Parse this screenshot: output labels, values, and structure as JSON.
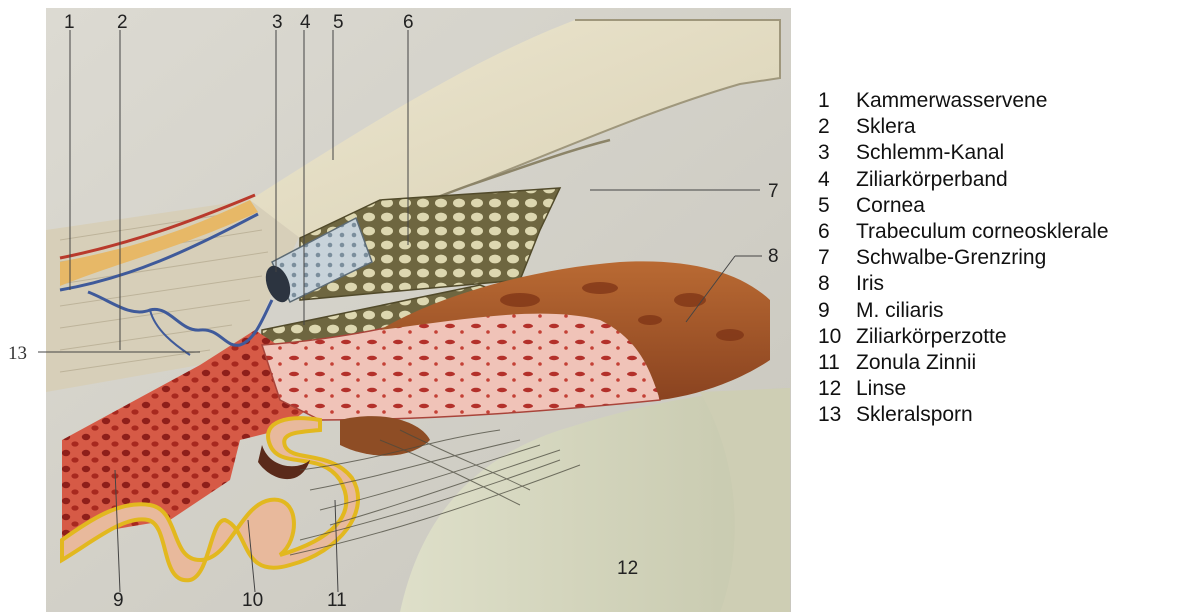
{
  "figure": {
    "number_labels": {
      "top": [
        "1",
        "2",
        "3",
        "4",
        "5",
        "6"
      ],
      "right": [
        "7",
        "8"
      ],
      "left": [
        "13"
      ],
      "bottom": [
        "9",
        "10",
        "11"
      ],
      "lens": "12"
    }
  },
  "legend": [
    {
      "num": "1",
      "text": "Kammerwasservene"
    },
    {
      "num": "2",
      "text": "Sklera"
    },
    {
      "num": "3",
      "text": "Schlemm-Kanal"
    },
    {
      "num": "4",
      "text": "Ziliarkörperband"
    },
    {
      "num": "5",
      "text": "Cornea"
    },
    {
      "num": "6",
      "text": "Trabeculum  corneosklerale"
    },
    {
      "num": "7",
      "text": "Schwalbe-Grenzring"
    },
    {
      "num": "8",
      "text": "Iris"
    },
    {
      "num": "9",
      "text": "M.  ciliaris"
    },
    {
      "num": "10",
      "text": "Ziliarkörperzotte"
    },
    {
      "num": "11",
      "text": "Zonula  Zinnii"
    },
    {
      "num": "12",
      "text": "Linse"
    },
    {
      "num": "13",
      "text": "Skleralsporn"
    }
  ]
}
